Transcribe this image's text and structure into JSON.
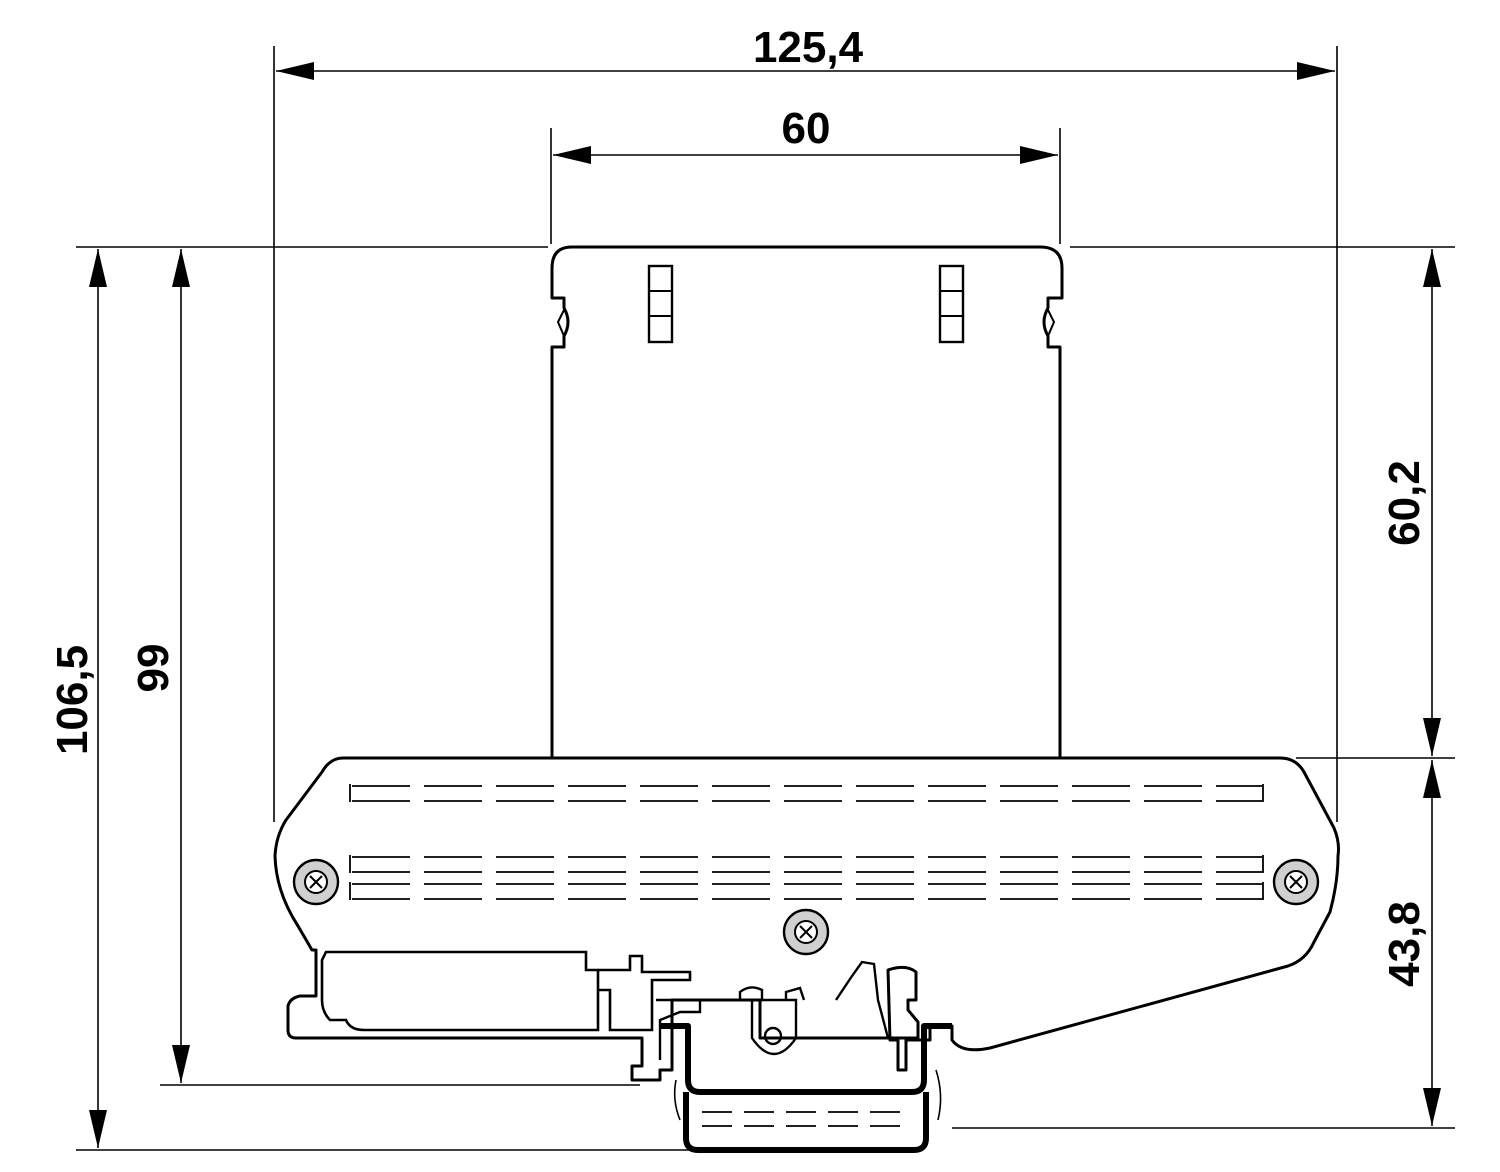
{
  "dimensions": {
    "overall_width": "125,4",
    "module_width": "60",
    "overall_height": "106,5",
    "rail_height": "99",
    "upper_height": "60,2",
    "lower_height": "43,8"
  }
}
